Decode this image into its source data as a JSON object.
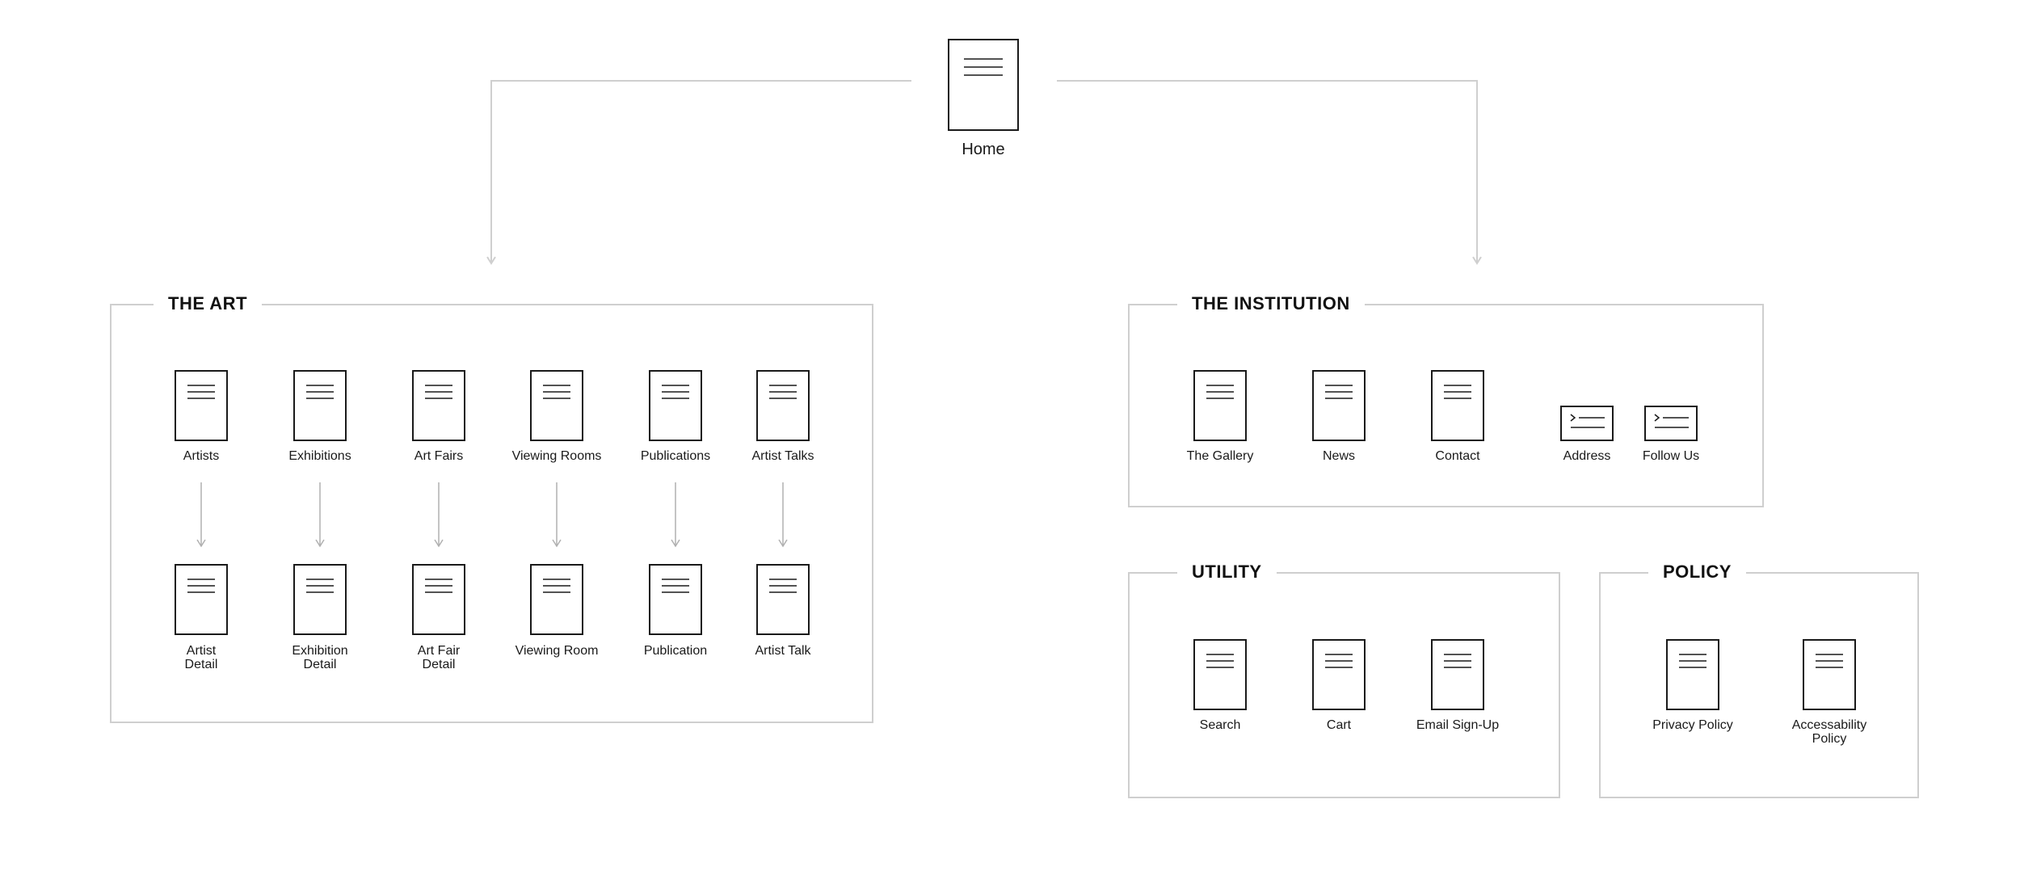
{
  "home": {
    "label": "Home"
  },
  "sections": {
    "art": {
      "title": "THE ART",
      "pages": [
        "Artists",
        "Exhibitions",
        "Art Fairs",
        "Viewing Rooms",
        "Publications",
        "Artist Talks"
      ],
      "details": [
        "Artist\nDetail",
        "Exhibition\nDetail",
        "Art Fair\nDetail",
        "Viewing Room",
        "Publication",
        "Artist Talk"
      ]
    },
    "institution": {
      "title": "THE INSTITUTION",
      "pages": [
        "The Gallery",
        "News",
        "Contact"
      ],
      "components": [
        "Address",
        "Follow Us"
      ]
    },
    "utility": {
      "title": "UTILITY",
      "pages": [
        "Search",
        "Cart",
        "Email Sign-Up"
      ]
    },
    "policy": {
      "title": "POLICY",
      "pages": [
        "Privacy Policy",
        "Accessability\nPolicy"
      ]
    }
  },
  "colors": {
    "line": "#cfcfcf",
    "stroke": "#1a1a1a",
    "arrow": "#b0b0b0"
  }
}
